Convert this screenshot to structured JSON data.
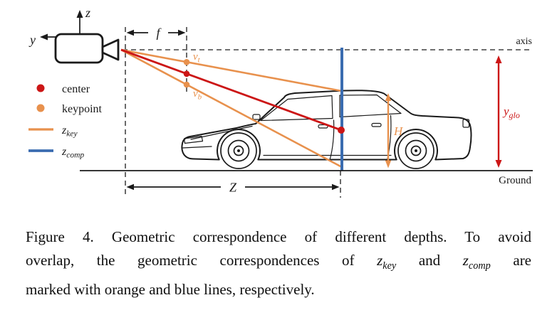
{
  "colors": {
    "red": "#cc1616",
    "orange": "#e8914d",
    "blue": "#3a6cb0",
    "ink": "#1a1a1a"
  },
  "diagram": {
    "axes": {
      "z": "z",
      "y": "y"
    },
    "focal_length_label": "f",
    "axis_label": "axis",
    "keypoints": {
      "v_t": {
        "base": "v",
        "sub": "t"
      },
      "v_b": {
        "base": "v",
        "sub": "b"
      }
    },
    "object_height_label": "H",
    "camera_height": {
      "base": "y",
      "sub": "glo"
    },
    "depth_label": "Z",
    "ground_label": "Ground",
    "legend": {
      "center": "center",
      "keypoint": "keypoint",
      "z_key": {
        "base": "z",
        "sub": "key"
      },
      "z_comp": {
        "base": "z",
        "sub": "comp"
      }
    }
  },
  "caption": {
    "line1": "Figure 4. Geometric correspondence of different depths. To avoid",
    "line2": {
      "part1": "overlap, the geometric correspondences of ",
      "math1": {
        "base": "z",
        "sub": "key"
      },
      "part2": " and ",
      "math2": {
        "base": "z",
        "sub": "comp"
      },
      "part3": " are"
    },
    "line3": "marked with orange and blue lines, respectively."
  }
}
